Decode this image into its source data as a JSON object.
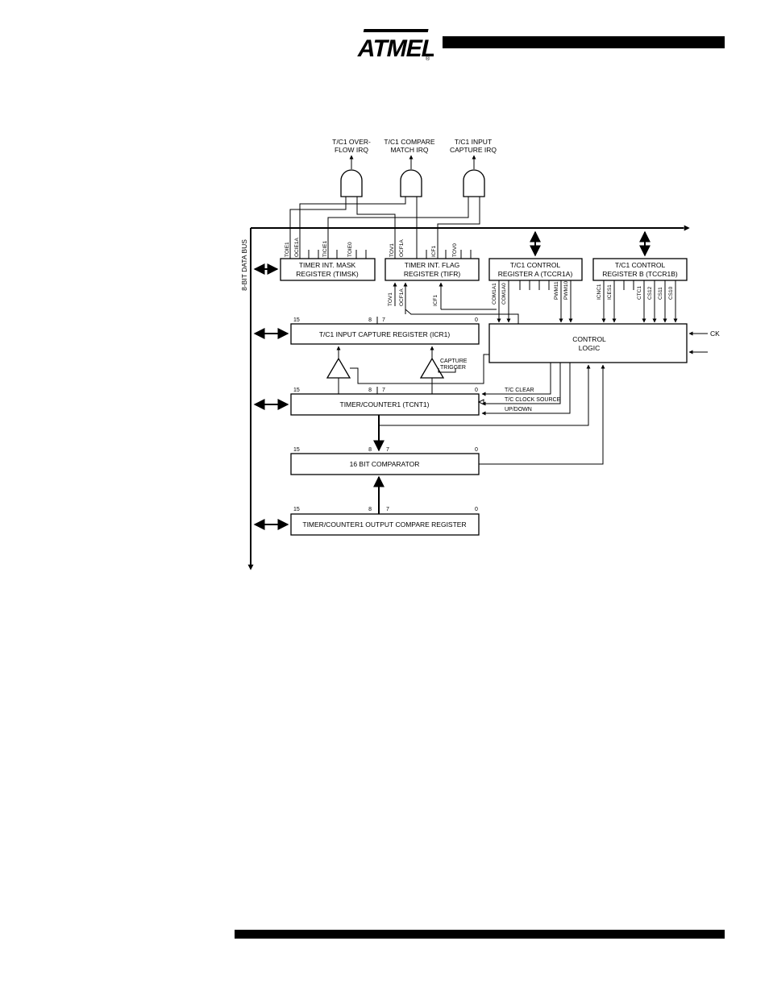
{
  "header": {
    "brand": "ATMEL",
    "registered": "®"
  },
  "diagram": {
    "irq": {
      "overflow": [
        "T/C1 OVER-",
        "FLOW IRQ"
      ],
      "compare": [
        "T/C1 COMPARE",
        "MATCH IRQ"
      ],
      "capture": [
        "T/C1 INPUT",
        "CAPTURE IRQ"
      ]
    },
    "bus_label": "8-BIT DATA BUS",
    "timsk": {
      "line1": "TIMER INT. MASK",
      "line2": "REGISTER (TIMSK)",
      "bits": [
        "TOIE1",
        "OCIE1A",
        "TICIE1",
        "TOIE0"
      ]
    },
    "tifr": {
      "line1": "TIMER INT. FLAG",
      "line2": "REGISTER (TIFR)",
      "bits": [
        "TOV1",
        "OCF1A",
        "ICF1",
        "TOV0"
      ],
      "inputs": [
        "TOV1",
        "OCF1A",
        "ICF1"
      ]
    },
    "tccr1a": {
      "line1": "T/C1 CONTROL",
      "line2": "REGISTER A (TCCR1A)",
      "bits": [
        "COM1A1",
        "COM1A0",
        "PWM11",
        "PWM10"
      ]
    },
    "tccr1b": {
      "line1": "T/C1 CONTROL",
      "line2": "REGISTER B (TCCR1B)",
      "bits": [
        "ICNC1",
        "ICES1",
        "CTC1",
        "CS12",
        "CS11",
        "CS10"
      ]
    },
    "icr1": {
      "label": "T/C1 INPUT CAPTURE REGISTER (ICR1)",
      "bit15": "15",
      "bit8": "8",
      "bit7": "7",
      "bit0": "0"
    },
    "control": {
      "line1": "CONTROL",
      "line2": "LOGIC",
      "ck": "CK"
    },
    "capture_trigger": [
      "CAPTURE",
      "TRIGGER"
    ],
    "tcnt1": {
      "label": "TIMER/COUNTER1 (TCNT1)",
      "bit15": "15",
      "bit8": "8",
      "bit7": "7",
      "bit0": "0"
    },
    "signals": {
      "clear": "T/C CLEAR",
      "clock": "T/C CLOCK SOURCE",
      "updown": "UP/DOWN"
    },
    "comparator": {
      "label": "16 BIT COMPARATOR",
      "bit15": "15",
      "bit8": "8",
      "bit7": "7",
      "bit0": "0"
    },
    "ocr1": {
      "label": "TIMER/COUNTER1 OUTPUT COMPARE REGISTER",
      "bit15": "15",
      "bit8": "8",
      "bit7": "7",
      "bit0": "0"
    }
  }
}
